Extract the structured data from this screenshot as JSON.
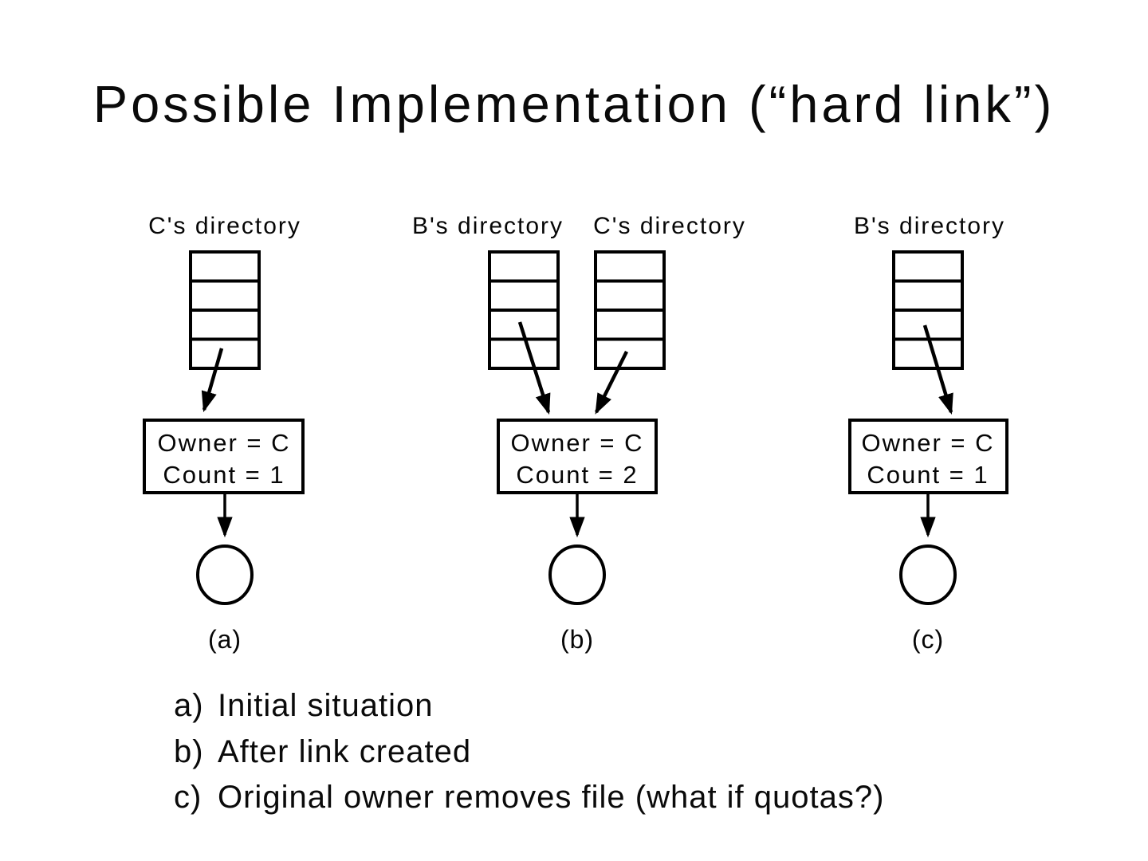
{
  "slide": {
    "title": "Possible Implementation (“hard link”)"
  },
  "figures": {
    "a": {
      "caption": "(a)",
      "directory_labels": [
        "C's directory"
      ],
      "inode": {
        "owner": "Owner = C",
        "count": "Count = 1"
      }
    },
    "b": {
      "caption": "(b)",
      "directory_labels": [
        "B's directory",
        "C's directory"
      ],
      "inode": {
        "owner": "Owner = C",
        "count": "Count = 2"
      }
    },
    "c": {
      "caption": "(c)",
      "directory_labels": [
        "B's directory"
      ],
      "inode": {
        "owner": "Owner = C",
        "count": "Count = 1"
      }
    }
  },
  "notes": [
    {
      "marker": "a)",
      "text": "Initial situation"
    },
    {
      "marker": "b)",
      "text": "After link created"
    },
    {
      "marker": "c)",
      "text": "Original owner removes file (what if quotas?)"
    }
  ],
  "colors": {
    "ink": "#000000",
    "background": "#ffffff"
  }
}
